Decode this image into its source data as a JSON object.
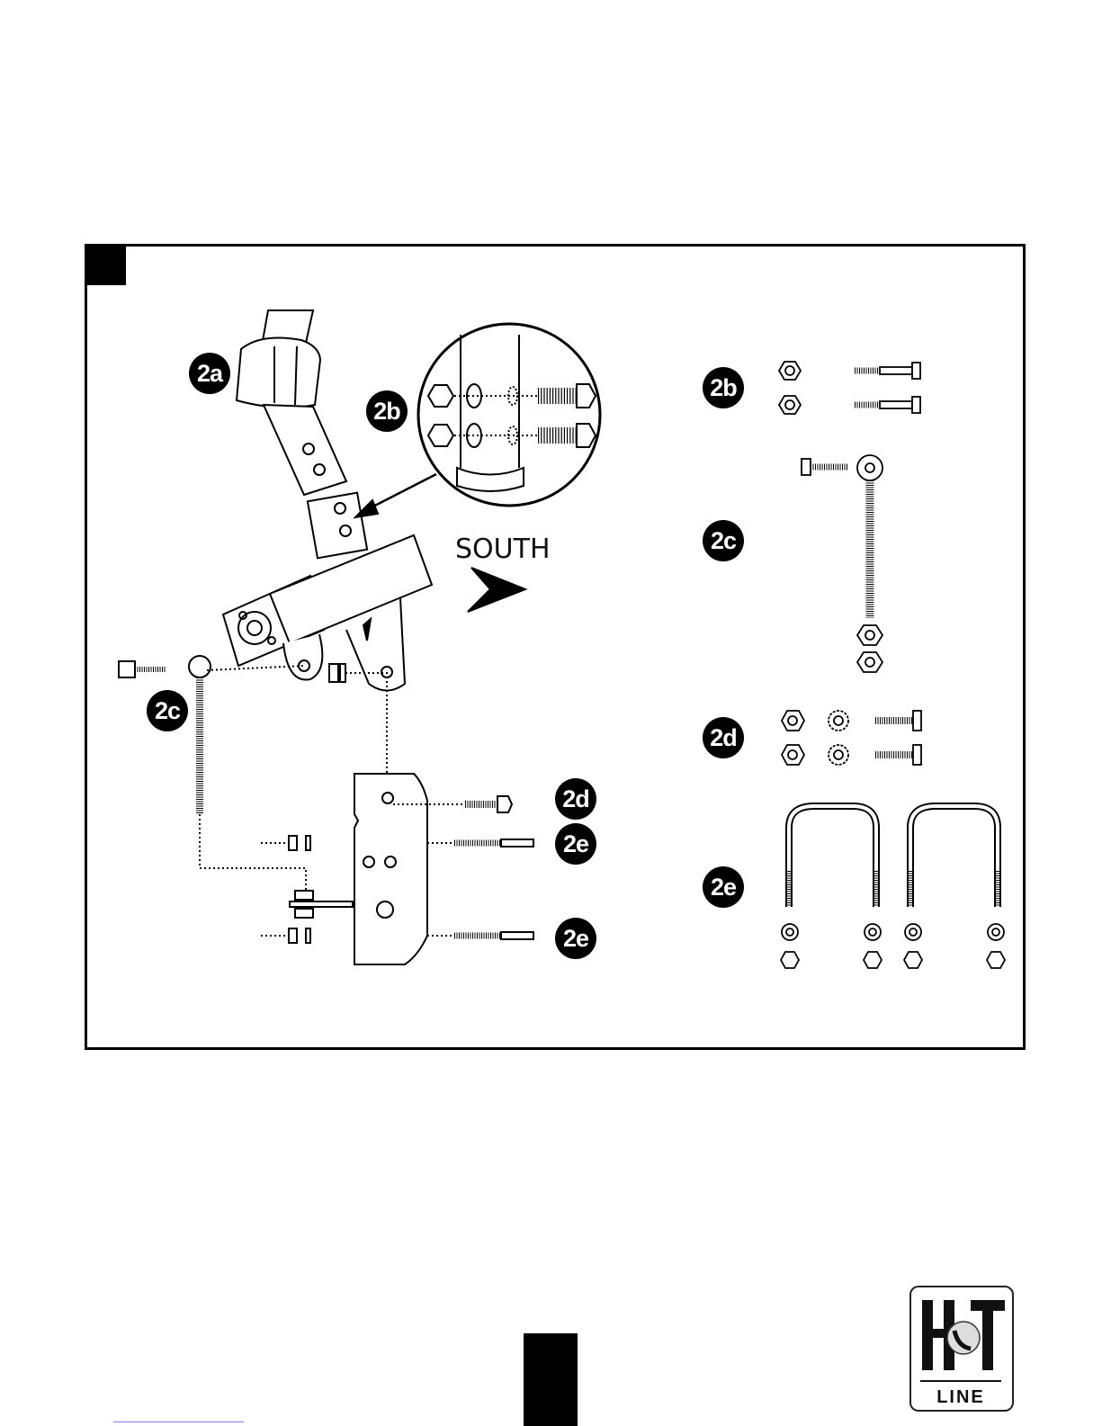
{
  "badges": {
    "b2a": "2a",
    "b2b_main": "2b",
    "b2c_main": "2c",
    "b2d_main": "2d",
    "b2e_main_top": "2e",
    "b2e_main_bottom": "2e",
    "b2b_parts": "2b",
    "b2c_parts": "2c",
    "b2d_parts": "2d",
    "b2e_parts": "2e"
  },
  "direction_label": "SOUTH",
  "logo": {
    "word_top": "HOT",
    "word_bottom": "LINE"
  },
  "colors": {
    "ink": "#000000",
    "paper": "#ffffff",
    "link_line": "#7c7cff"
  }
}
